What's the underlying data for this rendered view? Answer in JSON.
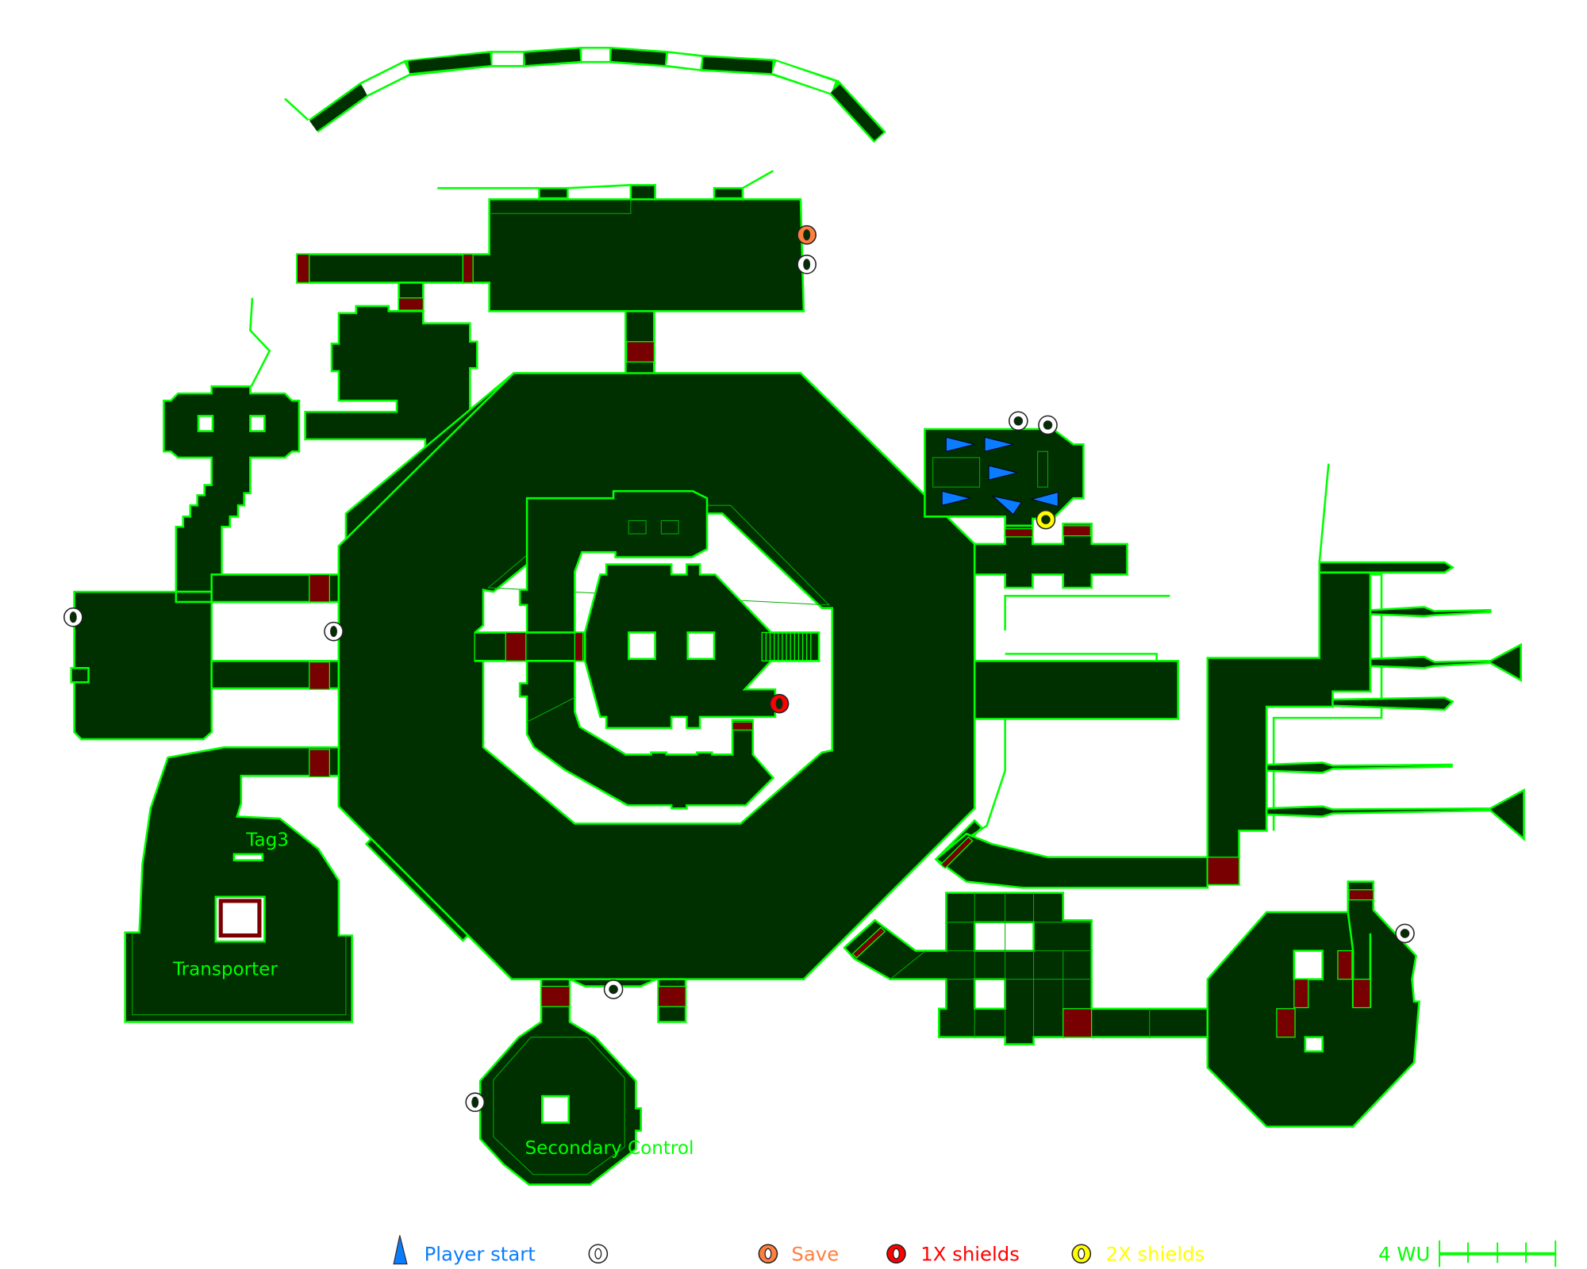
{
  "map": {
    "rooms": {
      "tag3": "Tag3",
      "transporter": "Transporter",
      "secondary_control": "Secondary Control"
    }
  },
  "legend": {
    "player_start": "Player start",
    "save": "Save",
    "shields_1x": "1X shields",
    "shields_2x": "2X shields",
    "scale": "4 WU"
  },
  "colors": {
    "floor": "#002f00",
    "wall": "#00ff00",
    "door": "#780000",
    "player_start": "#0a7cff",
    "save": "#ff7f3f",
    "shields_1x": "#ff0000",
    "shields_2x": "#ffff00",
    "generic_item": "#ffffff"
  }
}
